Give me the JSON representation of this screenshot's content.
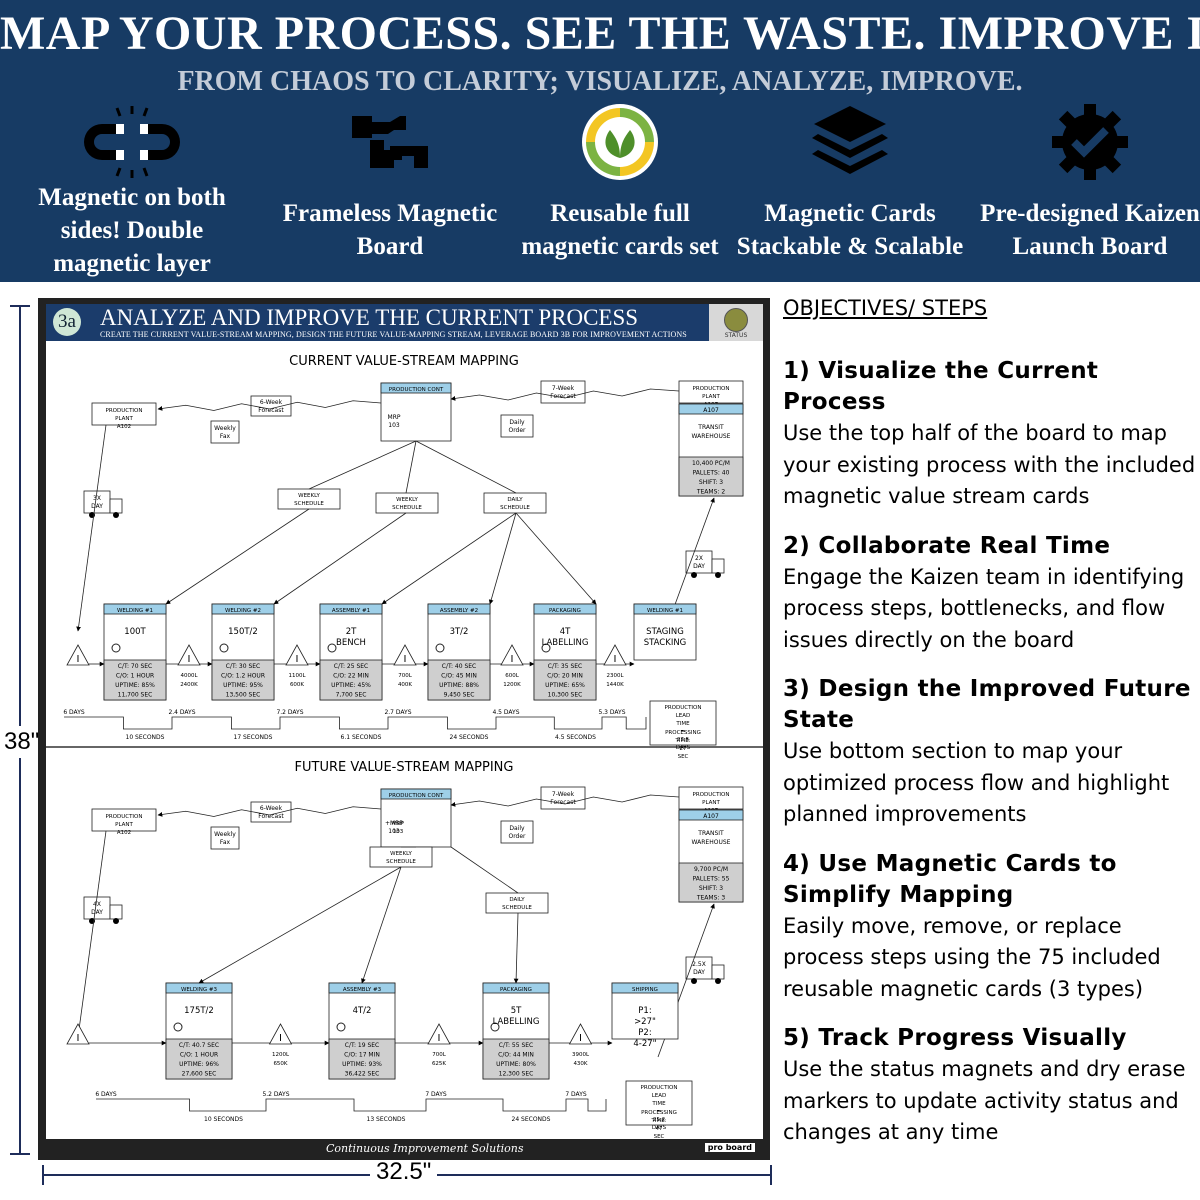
{
  "header": {
    "headline": "MAP YOUR PROCESS. SEE THE WASTE. IMPROVE IT.",
    "subheadline": "FROM CHAOS TO CLARITY; VISUALIZE, ANALYZE, IMPROVE."
  },
  "features": [
    {
      "icon": "magnet-icon",
      "label": "Magnetic on both sides! Double magnetic layer"
    },
    {
      "icon": "hand-pointer-icon",
      "label": "Frameless Magnetic Board"
    },
    {
      "icon": "recycle-leaf-icon",
      "label": "Reusable full magnetic cards set"
    },
    {
      "icon": "layers-icon",
      "label": "Magnetic Cards Stackable & Scalable"
    },
    {
      "icon": "gear-check-icon",
      "label": "Pre-designed Kaizen Launch Board"
    }
  ],
  "dimensions": {
    "height": "38\"",
    "width": "32.5\""
  },
  "board": {
    "badge": "3a",
    "title": "ANALYZE AND IMPROVE THE CURRENT PROCESS",
    "subtitle": "CREATE THE CURRENT VALUE-STREAM MAPPING, DESIGN THE FUTURE VALUE-MAPPING STREAM, LEVERAGE BOARD 3B FOR IMPROVEMENT ACTIONS",
    "status_label": "STATUS",
    "footer": "Continuous Improvement Solutions",
    "logo": "pro board",
    "current": {
      "title": "CURRENT VALUE-STREAM MAPPING",
      "supplier": "PRODUCTION PLANT A102",
      "customer": "PRODUCTION PLANT A107",
      "control_head": "PRODUCTION CONT",
      "control_body": "MRP 103",
      "forecast_left": "6-Week Forecast",
      "fax": "Weekly Fax",
      "forecast_right": "7-Week Forecast",
      "daily_order": "Daily Order",
      "warehouse_head": "A107",
      "warehouse_body": "TRANSIT WAREHOUSE",
      "warehouse_stats": [
        "10,400 PC/M",
        "PALLETS: 40",
        "SHIFT: 3",
        "TEAMS: 2"
      ],
      "inbound": "3X DAY",
      "outbound": "2X DAY",
      "schedules": [
        "WEEKLY SCHEDULE",
        "WEEKLY SCHEDULE",
        "DAILY SCHEDULE"
      ],
      "processes": [
        {
          "name": "WELDING #1",
          "body": "100T",
          "stats": [
            "C/T: 70 SEC",
            "C/O: 1 HOUR",
            "UPTIME: 85%",
            "11,700 SEC"
          ]
        },
        {
          "name": "WELDING #2",
          "body": "150T/2",
          "stats": [
            "C/T: 30 SEC",
            "C/O: 1.2 HOUR",
            "UPTIME: 95%",
            "13,500 SEC"
          ]
        },
        {
          "name": "ASSEMBLY #1",
          "body": "2T BENCH",
          "stats": [
            "C/T: 25 SEC",
            "C/O: 22 MIN",
            "UPTIME: 45%",
            "7,700 SEC"
          ]
        },
        {
          "name": "ASSEMBLY #2",
          "body": "3T/2",
          "stats": [
            "C/T: 40 SEC",
            "C/O: 45 MIN",
            "UPTIME: 88%",
            "9,450 SEC"
          ]
        },
        {
          "name": "PACKAGING",
          "body": "4T LABELLING",
          "stats": [
            "C/T: 35 SEC",
            "C/O: 20 MIN",
            "UPTIME: 65%",
            "10,300 SEC"
          ]
        },
        {
          "name": "WELDING #1",
          "body": "STAGING STACKING",
          "stats": []
        }
      ],
      "inventories": [
        "4000L 2400K",
        "1100L 600K",
        "700L 400K",
        "600L 1200K",
        "2300L 1440K"
      ],
      "timeline_days": [
        "6 DAYS",
        "2.4 DAYS",
        "7.2 DAYS",
        "2.7 DAYS",
        "4.5 DAYS",
        "5.3 DAYS"
      ],
      "timeline_seconds": [
        "10 SECONDS",
        "17 SECONDS",
        "6.1 SECONDS",
        "24 SECONDS",
        "4.5 SECONDS"
      ],
      "lead_time": "PRODUCTION LEAD TIME = 27.5 DAYS",
      "processing_time": "PROCESSING TIME: 27 SEC"
    },
    "future": {
      "title": "FUTURE VALUE-STREAM MAPPING",
      "supplier": "PRODUCTION PLANT A102",
      "customer": "PRODUCTION PLANT A107",
      "control_head": "PRODUCTION CONT",
      "control_body": "+MRP 103",
      "control_mrp": "MRP 103",
      "forecast_left": "6-Week Forecast",
      "fax": "Weekly Fax",
      "forecast_right": "7-Week Forecast",
      "daily_order": "Daily Order",
      "warehouse_head": "A107",
      "warehouse_body": "TRANSIT WAREHOUSE",
      "warehouse_stats": [
        "9,700 PC/M",
        "PALLETS: 55",
        "SHIFT: 3",
        "TEAMS: 3"
      ],
      "inbound": "4X DAY",
      "outbound": "2.5X DAY",
      "schedules": [
        "WEEKLY SCHEDULE",
        "DAILY SCHEDULE"
      ],
      "processes": [
        {
          "name": "WELDING #3",
          "body": "175T/2",
          "stats": [
            "C/T: 40.7 SEC",
            "C/O: 1 HOUR",
            "UPTIME: 96%",
            "27,600 SEC"
          ]
        },
        {
          "name": "ASSEMBLY #3",
          "body": "4T/2",
          "stats": [
            "C/T: 19 SEC",
            "C/O: 17 MIN",
            "UPTIME: 93%",
            "36,422 SEC"
          ]
        },
        {
          "name": "PACKAGING",
          "body": "5T LABELLING",
          "stats": [
            "C/T: 55 SEC",
            "C/O: 44 MIN",
            "UPTIME: 80%",
            "12,300 SEC"
          ]
        },
        {
          "name": "SHIPPING",
          "body": "P1: >27\" P2: 4-27\"",
          "stats": []
        }
      ],
      "inventories": [
        "1200L 650K",
        "700L 625K",
        "3900L 430K"
      ],
      "timeline_days": [
        "6 DAYS",
        "5.2 DAYS",
        "7 DAYS",
        "7 DAYS"
      ],
      "timeline_seconds": [
        "10 SECONDS",
        "13 SECONDS",
        "24 SECONDS"
      ],
      "lead_time": "PRODUCTION LEAD TIME = 25.2 DAYS",
      "processing_time": "PROCESSING TIME: 47 SEC"
    }
  },
  "objectives": {
    "title": "OBJECTIVES/ STEPS",
    "steps": [
      {
        "title": "1) Visualize the Current Process",
        "text": "Use the top half of the board to map your existing process with the included magnetic value stream cards"
      },
      {
        "title": "2) Collaborate Real Time",
        "text": "Engage the Kaizen team in identifying process steps, bottlenecks, and flow issues directly on the board"
      },
      {
        "title": "3) Design the Improved Future State",
        "text": "Use bottom section to map your optimized process flow and highlight planned improvements"
      },
      {
        "title": "4) Use Magnetic Cards to Simplify Mapping",
        "text": "Easily move, remove, or replace process steps using the 75 included reusable magnetic cards (3 types)"
      },
      {
        "title": "5) Track Progress Visually",
        "text": "Use the status magnets and dry erase markers to update activity status and changes at any time"
      }
    ]
  },
  "colors": {
    "banner": "#173b64",
    "board_header": "#1b3c6b",
    "card_header": "#9ecfe8",
    "accent_green": "#7cb342"
  }
}
